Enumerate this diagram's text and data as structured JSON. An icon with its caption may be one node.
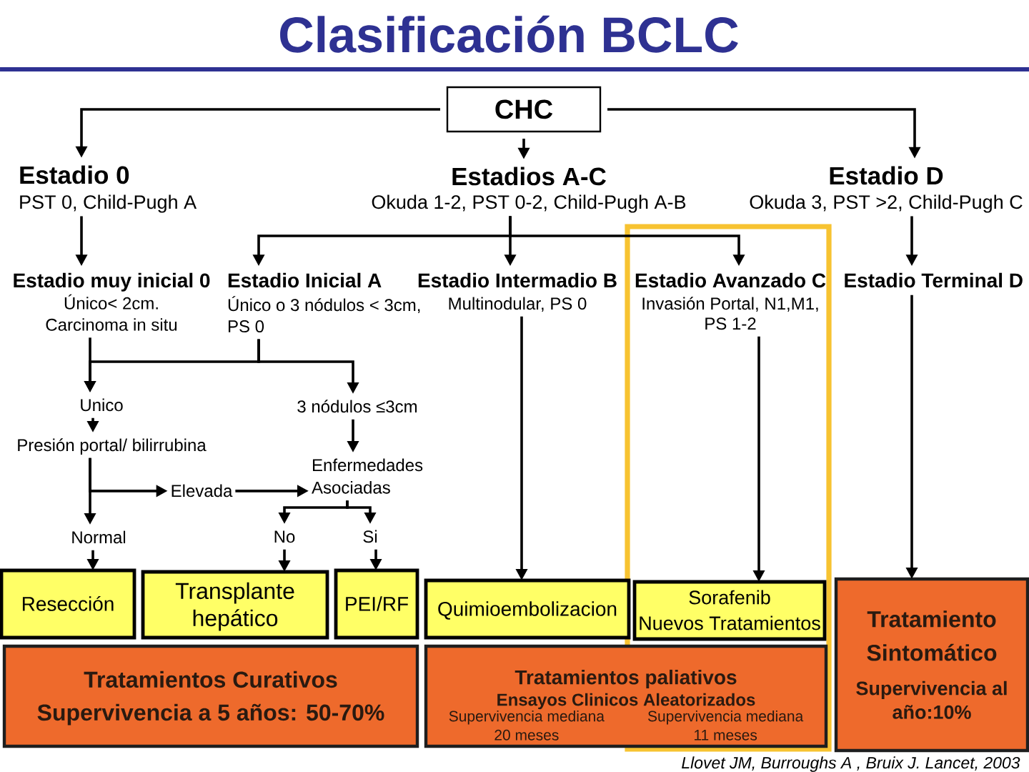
{
  "diagram": {
    "title": "Clasificación BCLC",
    "nodes": [
      {
        "text": [
          "CHC"
        ]
      },
      {
        "text": [
          "Estadio 0",
          "PST 0, Child-Pugh A"
        ]
      },
      {
        "text": [
          "Estadios A-C",
          "Okuda 1-2, PST 0-2, Child-Pugh A-B"
        ]
      },
      {
        "text": [
          "Estadio D",
          "Okuda 3, PST >2, Child-Pugh C"
        ]
      },
      {
        "text": [
          "Estadio muy inicial 0",
          "Único< 2cm. Carcinoma in situ"
        ]
      },
      {
        "text": [
          "Estadio Inicial A",
          "Único o 3 nódulos < 3cm, PS 0"
        ]
      },
      {
        "text": [
          "Estadio Intermadio B",
          "Multinodular, PS 0"
        ]
      },
      {
        "text": [
          "Estadio Avanzado C",
          "Invasión Portal, N1,M1, PS 1-2"
        ]
      },
      {
        "text": [
          "Estadio Terminal D"
        ]
      },
      {
        "text": [
          "Unico"
        ]
      },
      {
        "text": [
          "3 nódulos ≤3cm"
        ]
      },
      {
        "text": [
          "Presión portal/ bilirrubina"
        ]
      },
      {
        "text": [
          "Elevada"
        ]
      },
      {
        "text": [
          "Enfermedades Asociadas"
        ]
      },
      {
        "text": [
          "Normal"
        ]
      },
      {
        "text": [
          "No"
        ]
      },
      {
        "text": [
          "Si"
        ]
      },
      {
        "text": [
          "Resección"
        ]
      },
      {
        "text": [
          "Transplante hepático"
        ]
      },
      {
        "text": [
          "PEI/RF"
        ]
      },
      {
        "text": [
          "Quimioembolizacion"
        ]
      },
      {
        "text": [
          "Sorafenib",
          "Nuevos Tratamientos"
        ]
      },
      {
        "text": [
          "Tratamientos Curativos",
          "Supervivencia a 5 años: 50-70%"
        ]
      },
      {
        "text": [
          "Tratamientos paliativos",
          "Ensayos Clinicos Aleatorizados",
          "Supervivencia mediana 20 meses",
          "Supervivencia mediana 11 meses"
        ]
      },
      {
        "text": [
          "Tratamiento Sintomático",
          "Supervivencia al año:10%"
        ]
      }
    ],
    "edges": [
      {
        "from": 0,
        "to": 1,
        "arrow": "to"
      },
      {
        "from": 0,
        "to": 2,
        "arrow": "to"
      },
      {
        "from": 0,
        "to": 3,
        "arrow": "to"
      },
      {
        "from": 1,
        "to": 4,
        "arrow": "to"
      },
      {
        "from": 2,
        "to": 5,
        "arrow": "to"
      },
      {
        "from": 2,
        "to": 6,
        "arrow": "to"
      },
      {
        "from": 2,
        "to": 7,
        "arrow": "to"
      },
      {
        "from": 3,
        "to": 8,
        "arrow": "to"
      },
      {
        "from": 4,
        "to": 9,
        "arrow": "to"
      },
      {
        "from": 5,
        "to": 9,
        "arrow": "to"
      },
      {
        "from": 5,
        "to": 10,
        "arrow": "to"
      },
      {
        "from": 9,
        "to": 11,
        "arrow": "to"
      },
      {
        "from": 11,
        "to": 14,
        "arrow": "to"
      },
      {
        "from": 11,
        "to": 12,
        "arrow": "to"
      },
      {
        "from": 12,
        "to": 13,
        "arrow": "to"
      },
      {
        "from": 10,
        "to": 13,
        "arrow": "to"
      },
      {
        "from": 13,
        "to": 15,
        "arrow": "to"
      },
      {
        "from": 13,
        "to": 16,
        "arrow": "to"
      },
      {
        "from": 14,
        "to": 17,
        "arrow": "to"
      },
      {
        "from": 15,
        "to": 18,
        "arrow": "to"
      },
      {
        "from": 16,
        "to": 19,
        "arrow": "to"
      },
      {
        "from": 6,
        "to": 20,
        "arrow": "to"
      },
      {
        "from": 7,
        "to": 21,
        "arrow": "to"
      },
      {
        "from": 8,
        "to": 24,
        "arrow": "to"
      }
    ],
    "labels": [
      "Llovet JM, Burroughs A , Bruix J. Lancet, 2003"
    ]
  }
}
